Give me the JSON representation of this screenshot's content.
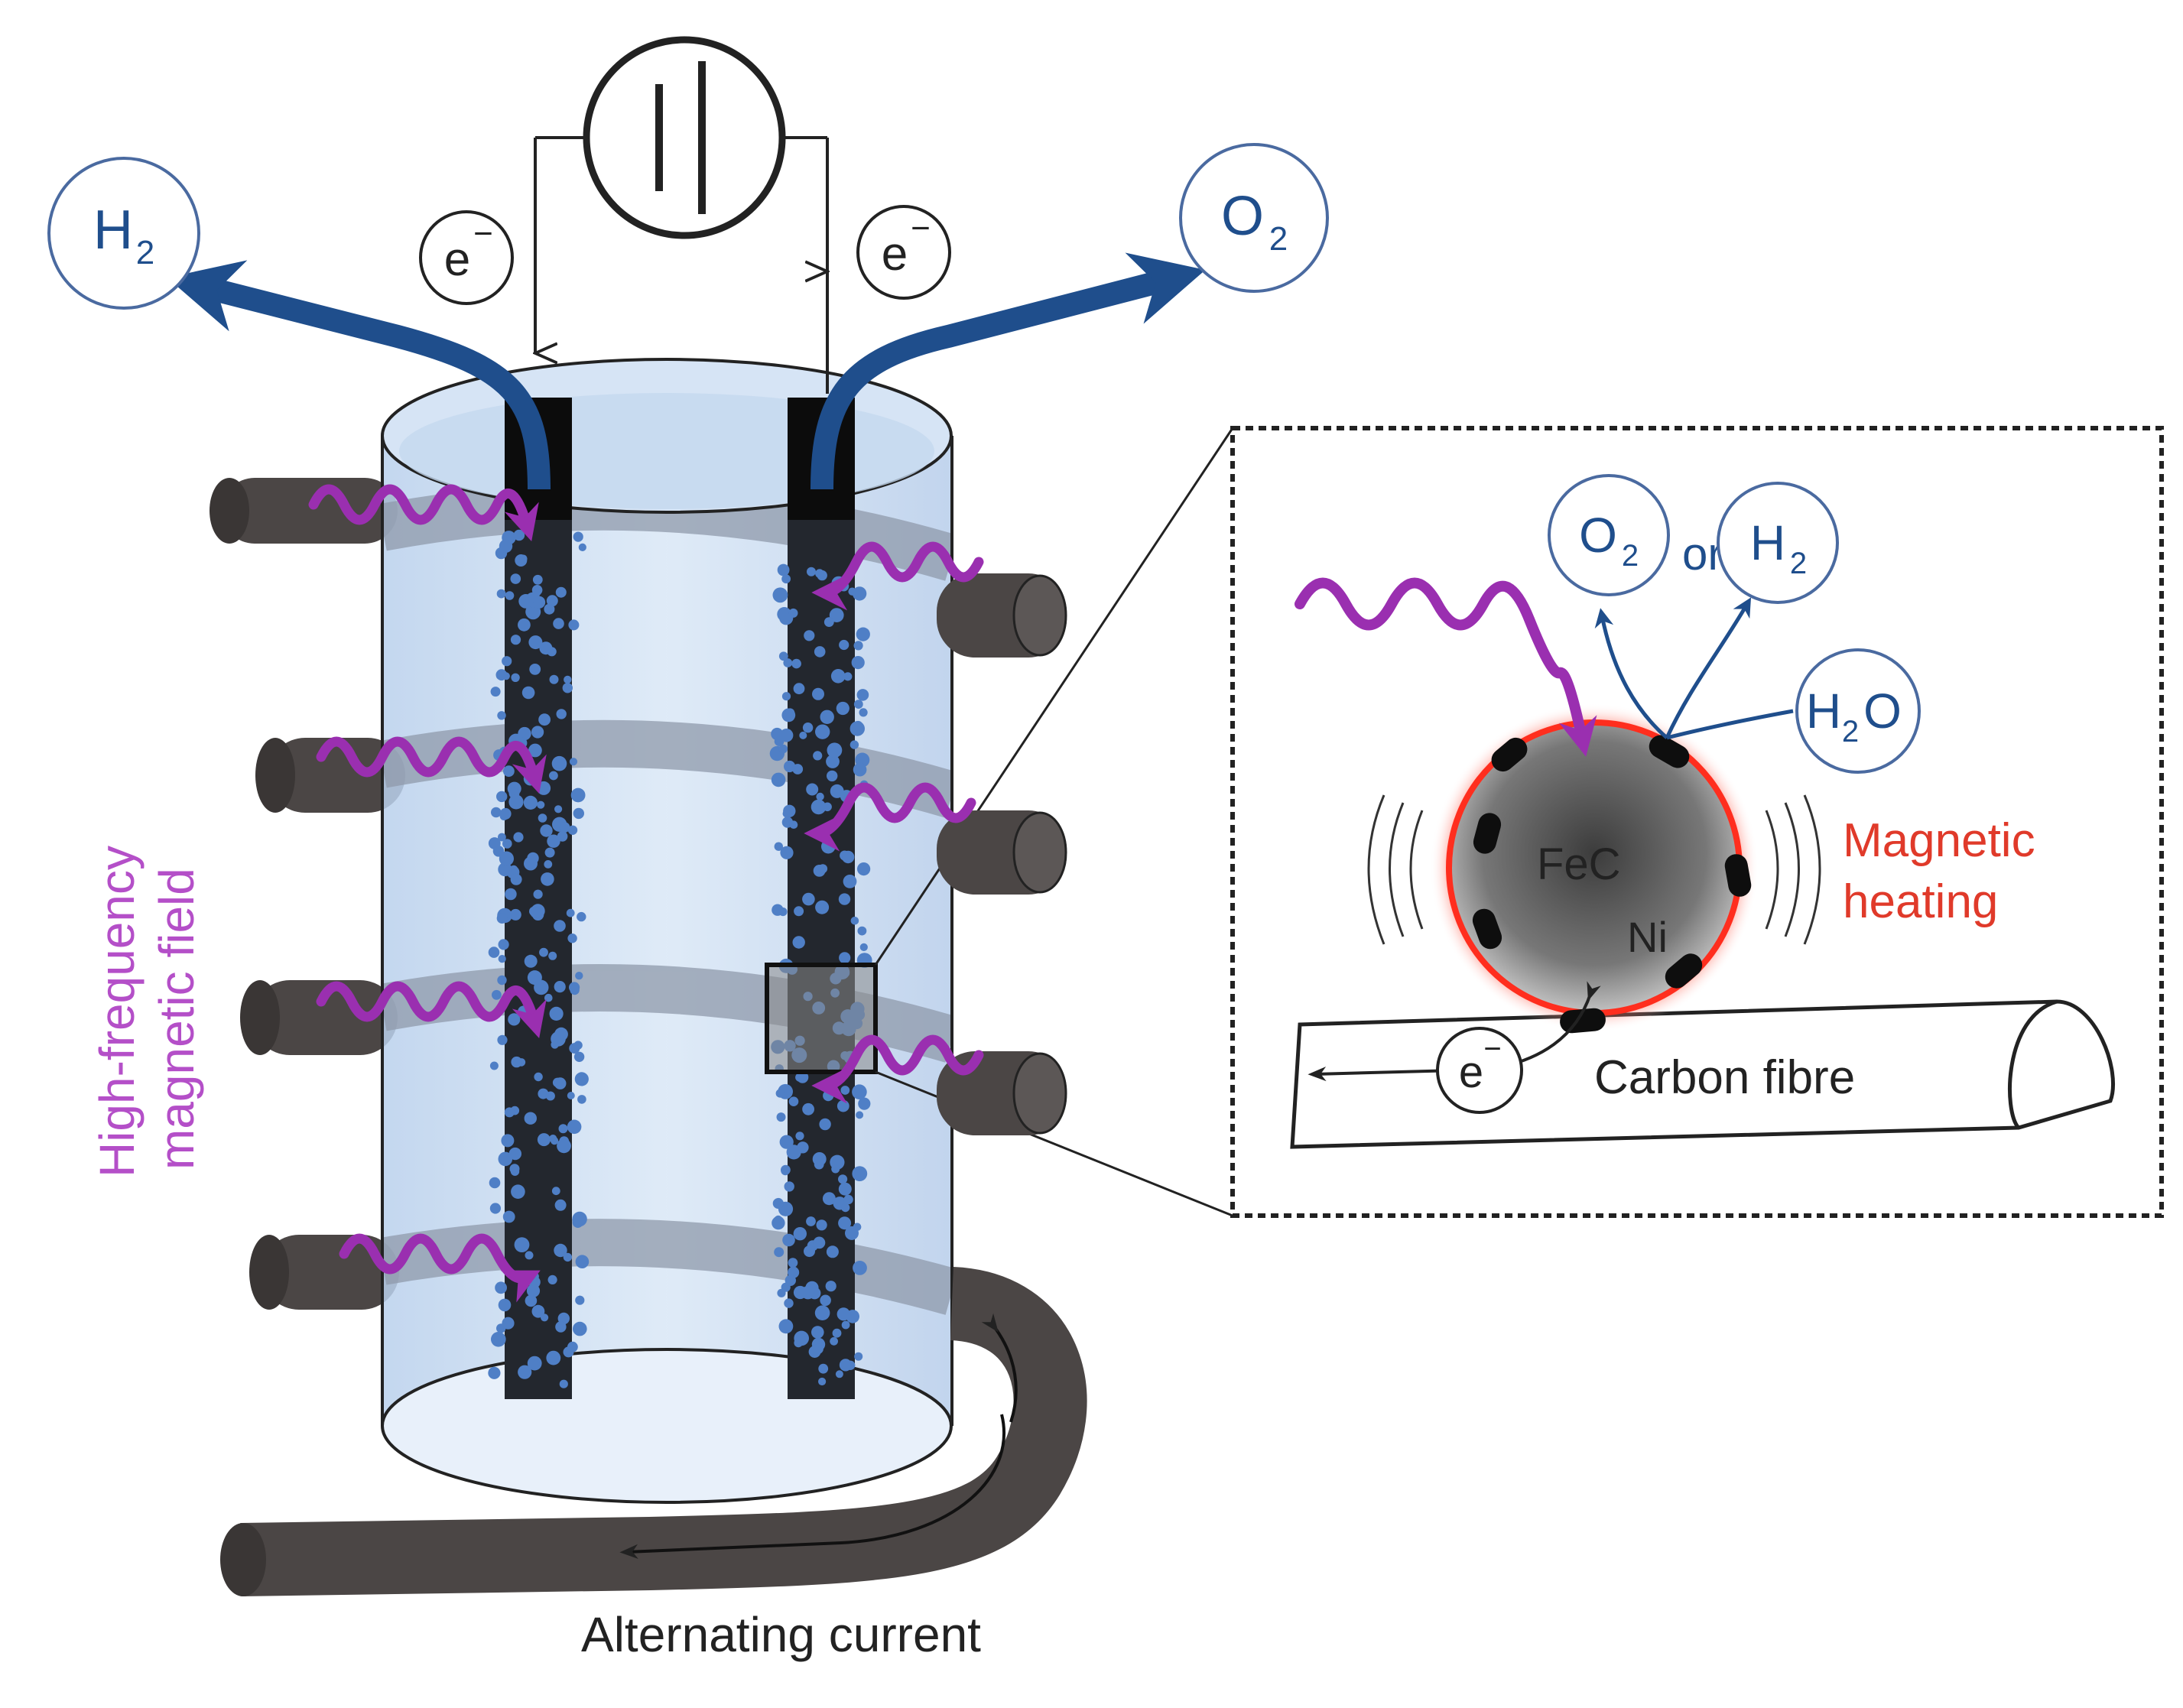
{
  "labels": {
    "h2_main": "H",
    "h2_main_sub": "2",
    "o2_main": "O",
    "o2_main_sub": "2",
    "electron_left": "e",
    "electron_right": "e",
    "electron_sup": "−",
    "field_line1": "High-frequency",
    "field_line2": "magnetic field",
    "alternating_current": "Alternating current",
    "inset_o2": "O",
    "inset_o2_sub": "2",
    "inset_or": "or",
    "inset_h2": "H",
    "inset_h2_sub": "2",
    "inset_h2o_h": "H",
    "inset_h2o_sub": "2",
    "inset_h2o_o": "O",
    "fec": "FeC",
    "ni": "Ni",
    "magnetic_line1": "Magnetic",
    "magnetic_line2": "heating",
    "inset_electron": "e",
    "carbon_fibre": "Carbon fibre"
  },
  "colors": {
    "gas_blue": "#1f4e8c",
    "circle_blue": "#4a6aa0",
    "field_purple": "#9a2fb0",
    "label_purple": "#b44fc8",
    "heating_red": "#e03a2a",
    "coil_dark": "#4b4645",
    "electrode": "#23272e",
    "bubble": "#4f7fc6",
    "liquid": "#cfe0f3"
  }
}
